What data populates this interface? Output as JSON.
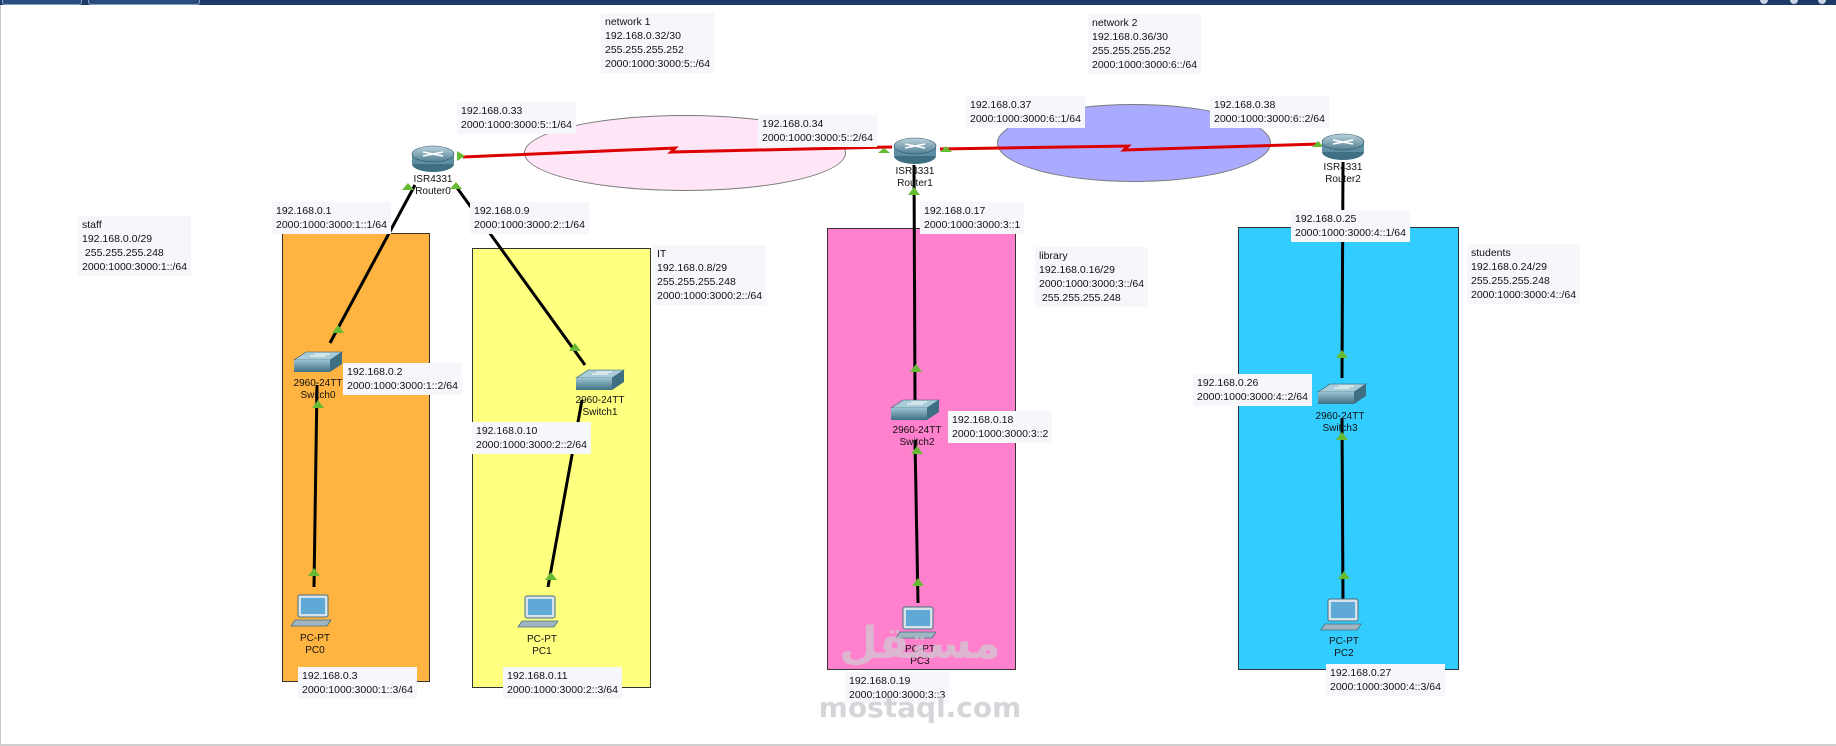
{
  "network1": {
    "title": "network 1",
    "ip": "192.168.0.32/30",
    "mask": "255.255.255.252",
    "ipv6": "2000:1000:3000:5::/64"
  },
  "network2": {
    "title": "network 2",
    "ip": "192.168.0.36/30",
    "mask": "255.255.255.252",
    "ipv6": "2000:1000:3000:6::/64"
  },
  "staff": {
    "title": "staff",
    "ip": "192.168.0.0/29",
    "mask": " 255.255.255.248",
    "ipv6": "2000:1000:3000:1::/64"
  },
  "it": {
    "title": "IT",
    "ip": "192.168.0.8/29",
    "mask": "255.255.255.248",
    "ipv6": "2000:1000:3000:2::/64"
  },
  "library": {
    "title": "library",
    "ip": "192.168.0.16/29",
    "ipv6": "2000:1000:3000:3::/64",
    "mask": " 255.255.255.248"
  },
  "students": {
    "title": "students",
    "ip": "192.168.0.24/29",
    "mask": "255.255.255.248",
    "ipv6": "2000:1000:3000:4::/64"
  },
  "interfaces": {
    "r0_net1": {
      "ip": "192.168.0.33",
      "ipv6": "2000:1000:3000:5::1/64"
    },
    "r1_net1": {
      "ip": "192.168.0.34",
      "ipv6": "2000:1000:3000:5::2/64"
    },
    "r1_net2": {
      "ip": "192.168.0.37",
      "ipv6": "2000:1000:3000:6::1/64"
    },
    "r2_net2": {
      "ip": "192.168.0.38",
      "ipv6": "2000:1000:3000:6::2/64"
    },
    "r0_staff": {
      "ip": "192.168.0.1",
      "ipv6": "2000:1000:3000:1::1/64"
    },
    "r0_it": {
      "ip": "192.168.0.9",
      "ipv6": "2000:1000:3000:2::1/64"
    },
    "r1_lib": {
      "ip": "192.168.0.17",
      "ipv6": "2000:1000:3000:3::1"
    },
    "r2_stu": {
      "ip": "192.168.0.25",
      "ipv6": "2000:1000:3000:4::1/64"
    },
    "sw0": {
      "ip": "192.168.0.2",
      "ipv6": "2000:1000:3000:1::2/64"
    },
    "sw1": {
      "ip": "192.168.0.10",
      "ipv6": "2000:1000:3000:2::2/64"
    },
    "sw2": {
      "ip": "192.168.0.18",
      "ipv6": "2000:1000:3000:3::2"
    },
    "sw3": {
      "ip": "192.168.0.26",
      "ipv6": "2000:1000:3000:4::2/64"
    },
    "pc0": {
      "ip": "192.168.0.3",
      "ipv6": "2000:1000:3000:1::3/64"
    },
    "pc1": {
      "ip": "192.168.0.11",
      "ipv6": "2000:1000:3000:2::3/64"
    },
    "pc3": {
      "ip": "192.168.0.19",
      "ipv6": "2000:1000:3000:3::3"
    },
    "pc2": {
      "ip": "192.168.0.27",
      "ipv6": "2000:1000:3000:4::3/64"
    }
  },
  "devices": {
    "router0": {
      "model": "ISR4331",
      "name": "Router0"
    },
    "router1": {
      "model": "ISR4331",
      "name": "Router1"
    },
    "router2": {
      "model": "ISR4331",
      "name": "Router2"
    },
    "switch0": {
      "model": "2960-24TT",
      "name": "Switch0"
    },
    "switch1": {
      "model": "2960-24TT",
      "name": "Switch1"
    },
    "switch2": {
      "model": "2960-24TT",
      "name": "Switch2"
    },
    "switch3": {
      "model": "2960-24TT",
      "name": "Switch3"
    },
    "pc0": {
      "model": "PC-PT",
      "name": "PC0"
    },
    "pc1": {
      "model": "PC-PT",
      "name": "PC1"
    },
    "pc3": {
      "model": "PC-PT",
      "name": "PC3"
    },
    "pc2": {
      "model": "PC-PT",
      "name": "PC2"
    }
  },
  "watermark": {
    "arabic": "مستقل",
    "latin": "mostaql.com"
  },
  "colors": {
    "staff": "#ffb340",
    "it": "#ffff80",
    "library": "#ff80cc",
    "students": "#33ccff",
    "net1_ellipse": "#ffe6f7",
    "net2_ellipse": "#aaaaff",
    "serial": "#dd0000",
    "ethernet": "#000000",
    "port_up": "#66bb33"
  }
}
